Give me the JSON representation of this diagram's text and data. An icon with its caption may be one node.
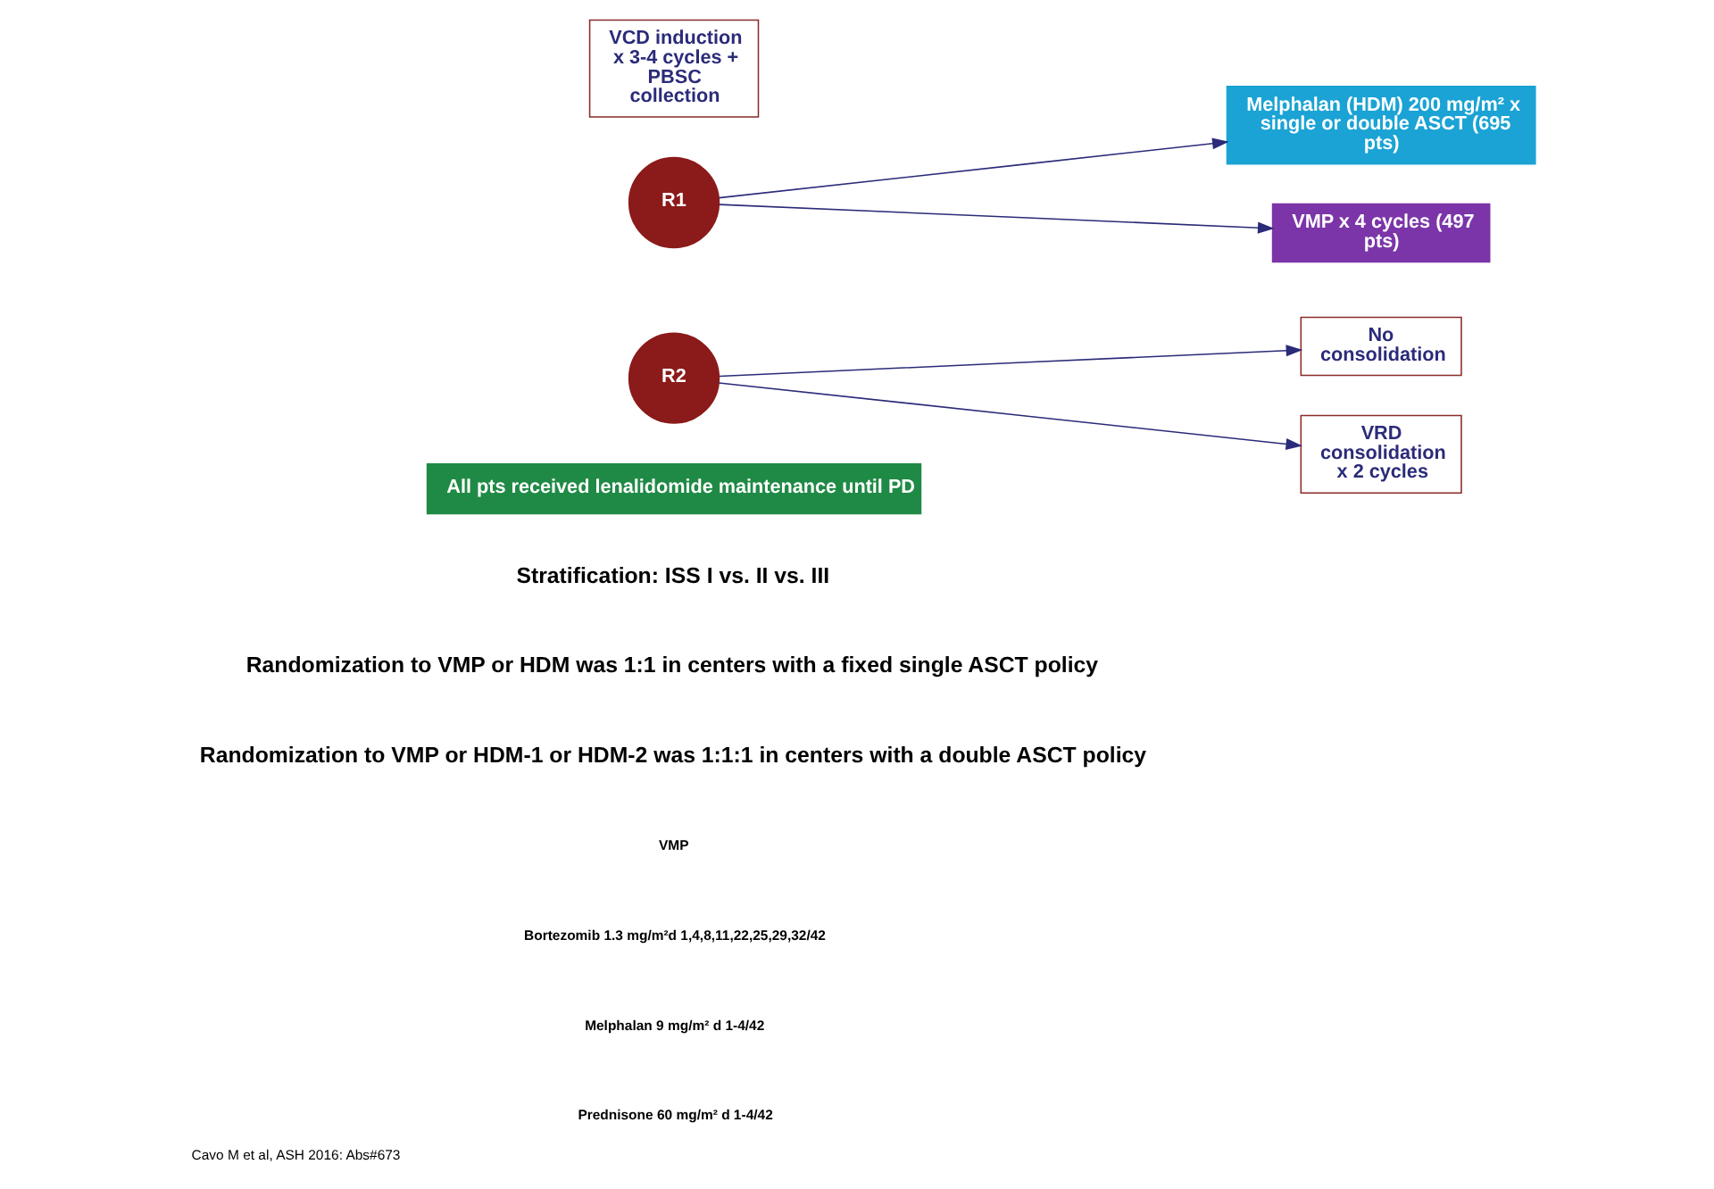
{
  "diagram": {
    "caption": "Cavo M et al, ASH 2016: Abs#673",
    "nodes": [
      {
        "text": [
          "VCD induction x 3-4 cycles + PBSC collection"
        ]
      },
      {
        "text": [
          "R1"
        ]
      },
      {
        "text": [
          "VMP x 4 cycles (497 pts)"
        ]
      },
      {
        "text": [
          "Melphalan (HDM) 200 mg/m² x single or double ASCT (695 pts)"
        ]
      },
      {
        "text": [
          "R2"
        ]
      },
      {
        "text": [
          "VRD consolidation x 2 cycles"
        ]
      },
      {
        "text": [
          "No consolidation"
        ]
      },
      {
        "text": [
          "All pts received lenalidomide maintenance until PD"
        ]
      }
    ],
    "edges": [
      {
        "from": 1,
        "to": 2,
        "arrow": "to"
      },
      {
        "from": 1,
        "to": 3,
        "arrow": "to"
      },
      {
        "from": 4,
        "to": 5,
        "arrow": "to"
      },
      {
        "from": 4,
        "to": 6,
        "arrow": "to"
      }
    ],
    "labels": [
      "Stratification: ISS I vs. II vs. III",
      "Randomization to VMP or HDM was 1:1 in centers with a fixed single ASCT policy",
      "Randomization to VMP or HDM-1 or HDM-2 was 1:1:1 in centers with a double ASCT policy",
      "VMP",
      "Bortezomib 1.3 mg/m²d 1,4,8,11,22,25,29,32/42",
      "Melphalan 9 mg/m² d 1-4/42",
      "Prednisone 60 mg/m² d 1-4/42"
    ]
  }
}
